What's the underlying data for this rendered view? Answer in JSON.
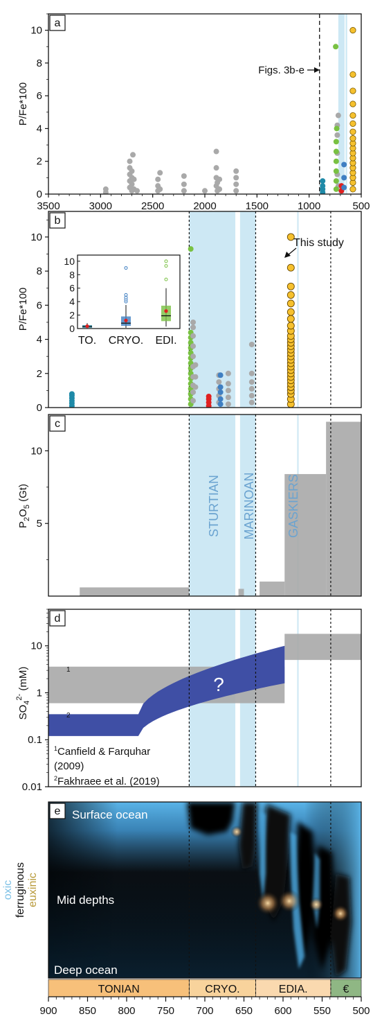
{
  "panels": [
    {
      "letter": "a"
    },
    {
      "letter": "b"
    },
    {
      "letter": "c"
    },
    {
      "letter": "d"
    },
    {
      "letter": "e"
    }
  ],
  "colors": {
    "grey": "#a9a9a9",
    "green": "#79c142",
    "teal": "#1f8aa8",
    "blue": "#3f7fc2",
    "red": "#e02020",
    "orange": "#f6c12e",
    "glacial": "#cde8f4",
    "sulfate_band": "#3f4fa5",
    "tonian": "#f7c07a",
    "cryo": "#f8d39c",
    "edia": "#fad9af",
    "cambrian": "#8fb784"
  },
  "chart_data": [
    {
      "panel": "a",
      "type": "scatter",
      "ylabel": "P/Fe*100",
      "xlim": [
        3500,
        500
      ],
      "ylim": [
        0,
        11
      ],
      "xticks": [
        3500,
        3000,
        2500,
        2000,
        1500,
        1000,
        500
      ],
      "yticks": [
        0,
        2,
        4,
        6,
        8,
        10
      ],
      "annotation": "Figs. 3b-e",
      "dashed_line_x": 900,
      "glacial_bands": [
        [
          720,
          660
        ],
        [
          650,
          635
        ]
      ],
      "series": [
        {
          "color": "grey",
          "points": [
            [
              2950,
              0.1
            ],
            [
              2950,
              0.3
            ],
            [
              2720,
              0.4
            ],
            [
              2720,
              0.8
            ],
            [
              2720,
              1.2
            ],
            [
              2720,
              1.6
            ],
            [
              2720,
              2.0
            ],
            [
              2700,
              0.2
            ],
            [
              2700,
              0.6
            ],
            [
              2700,
              1.0
            ],
            [
              2700,
              1.4
            ],
            [
              2690,
              2.4
            ],
            [
              2680,
              0.3
            ],
            [
              2680,
              0.9
            ],
            [
              2650,
              0.2
            ],
            [
              2450,
              0.2
            ],
            [
              2450,
              0.5
            ],
            [
              2450,
              0.9
            ],
            [
              2430,
              1.3
            ],
            [
              2430,
              0.3
            ],
            [
              2200,
              0.2
            ],
            [
              2200,
              0.6
            ],
            [
              2200,
              1.1
            ],
            [
              2000,
              0.2
            ],
            [
              1890,
              0.5
            ],
            [
              1890,
              1.0
            ],
            [
              1890,
              1.6
            ],
            [
              1890,
              2.6
            ],
            [
              1880,
              0.2
            ],
            [
              1880,
              0.7
            ],
            [
              1860,
              0.3
            ],
            [
              1860,
              0.9
            ],
            [
              1700,
              0.2
            ],
            [
              1700,
              0.6
            ],
            [
              1700,
              1.0
            ],
            [
              1700,
              1.4
            ],
            [
              730,
              1.2
            ],
            [
              730,
              2.5
            ],
            [
              730,
              3.6
            ],
            [
              730,
              4.2
            ],
            [
              720,
              4.8
            ],
            [
              720,
              0.5
            ]
          ]
        },
        {
          "color": "teal",
          "points": [
            [
              870,
              0.1
            ],
            [
              870,
              0.3
            ],
            [
              870,
              0.5
            ],
            [
              870,
              0.8
            ]
          ]
        },
        {
          "color": "green",
          "points": [
            [
              745,
              9.0
            ],
            [
              740,
              0.3
            ],
            [
              740,
              0.8
            ],
            [
              740,
              1.4
            ],
            [
              740,
              2.0
            ],
            [
              740,
              2.6
            ],
            [
              740,
              3.2
            ],
            [
              735,
              4.0
            ]
          ]
        },
        {
          "color": "red",
          "points": [
            [
              690,
              0.2
            ],
            [
              690,
              0.5
            ]
          ]
        },
        {
          "color": "blue",
          "points": [
            [
              665,
              0.4
            ],
            [
              665,
              1.0
            ],
            [
              665,
              1.8
            ]
          ]
        },
        {
          "color": "orange",
          "points": [
            [
              580,
              0.3
            ],
            [
              580,
              0.7
            ],
            [
              580,
              1.0
            ],
            [
              580,
              1.3
            ],
            [
              580,
              1.6
            ],
            [
              580,
              1.9
            ],
            [
              580,
              2.2
            ],
            [
              580,
              2.5
            ],
            [
              580,
              2.8
            ],
            [
              580,
              3.1
            ],
            [
              580,
              3.4
            ],
            [
              580,
              3.8
            ],
            [
              580,
              4.3
            ],
            [
              580,
              4.8
            ],
            [
              580,
              5.5
            ],
            [
              580,
              6.3
            ],
            [
              580,
              7.3
            ],
            [
              580,
              10.0
            ]
          ]
        }
      ]
    },
    {
      "panel": "b",
      "type": "scatter",
      "ylabel": "P/Fe*100",
      "xlim": [
        900,
        500
      ],
      "ylim": [
        0,
        11.5
      ],
      "yticks": [
        0,
        2,
        4,
        6,
        8,
        10
      ],
      "annotation": "This study",
      "inset": {
        "categories": [
          "TO.",
          "CRYO.",
          "EDI."
        ],
        "yticks": [
          0,
          2,
          4,
          6,
          8,
          10
        ],
        "ylim": [
          0,
          10.5
        ],
        "boxes": [
          {
            "color": "teal",
            "q1": 0.1,
            "median": 0.3,
            "q3": 0.5,
            "wmin": 0.1,
            "wmax": 0.8,
            "mean": 0.35,
            "outliers": []
          },
          {
            "color": "blue",
            "q1": 0.4,
            "median": 0.8,
            "q3": 1.8,
            "wmin": 0.1,
            "wmax": 3.5,
            "mean": 1.2,
            "outliers": [
              4.0,
              4.3,
              4.6,
              5.0,
              9.0
            ]
          },
          {
            "color": "green",
            "q1": 1.1,
            "median": 1.9,
            "q3": 3.4,
            "wmin": 0.3,
            "wmax": 6.0,
            "mean": 2.6,
            "outliers": [
              7.3,
              9.3,
              10.0
            ]
          }
        ]
      },
      "series": [
        {
          "color": "teal",
          "points": [
            [
              870,
              0.1
            ],
            [
              870,
              0.25
            ],
            [
              870,
              0.4
            ],
            [
              870,
              0.55
            ],
            [
              870,
              0.7
            ],
            [
              870,
              0.8
            ]
          ]
        },
        {
          "color": "green",
          "points": [
            [
              718,
              9.3
            ],
            [
              718,
              0.2
            ],
            [
              718,
              0.5
            ],
            [
              718,
              0.8
            ],
            [
              718,
              1.1
            ],
            [
              718,
              1.4
            ],
            [
              718,
              1.7
            ],
            [
              718,
              2.0
            ],
            [
              718,
              2.3
            ],
            [
              718,
              2.6
            ],
            [
              718,
              2.9
            ],
            [
              718,
              3.2
            ],
            [
              718,
              3.5
            ],
            [
              718,
              3.8
            ],
            [
              718,
              4.1
            ],
            [
              718,
              4.4
            ]
          ]
        },
        {
          "color": "grey",
          "points": [
            [
              715,
              0.4
            ],
            [
              715,
              0.9
            ],
            [
              715,
              1.3
            ],
            [
              715,
              1.8
            ],
            [
              715,
              2.4
            ],
            [
              715,
              3.0
            ],
            [
              715,
              3.6
            ],
            [
              715,
              4.2
            ],
            [
              715,
              4.7
            ],
            [
              715,
              5.0
            ],
            [
              712,
              2.5
            ],
            [
              712,
              1.8
            ],
            [
              712,
              1.2
            ],
            [
              682,
              0.3
            ],
            [
              682,
              0.7
            ],
            [
              682,
              1.1
            ],
            [
              682,
              1.5
            ],
            [
              682,
              1.9
            ],
            [
              670,
              0.2
            ],
            [
              670,
              0.6
            ],
            [
              670,
              1.0
            ],
            [
              670,
              1.4
            ],
            [
              670,
              2.0
            ],
            [
              640,
              0.3
            ],
            [
              640,
              0.7
            ],
            [
              640,
              1.1
            ],
            [
              640,
              1.5
            ],
            [
              640,
              2.0
            ],
            [
              640,
              3.7
            ]
          ]
        },
        {
          "color": "red",
          "points": [
            [
              695,
              0.1
            ],
            [
              695,
              0.3
            ],
            [
              695,
              0.5
            ],
            [
              695,
              0.65
            ]
          ]
        },
        {
          "color": "blue",
          "points": [
            [
              680,
              0.2
            ],
            [
              680,
              0.5
            ],
            [
              680,
              0.9
            ],
            [
              680,
              1.2
            ],
            [
              680,
              1.9
            ]
          ]
        },
        {
          "color": "orange",
          "points": [
            [
              590,
              0.2
            ],
            [
              590,
              0.5
            ],
            [
              590,
              0.8
            ],
            [
              590,
              1.0
            ],
            [
              590,
              1.2
            ],
            [
              590,
              1.4
            ],
            [
              590,
              1.6
            ],
            [
              590,
              1.8
            ],
            [
              590,
              2.0
            ],
            [
              590,
              2.2
            ],
            [
              590,
              2.4
            ],
            [
              590,
              2.6
            ],
            [
              590,
              2.8
            ],
            [
              590,
              3.0
            ],
            [
              590,
              3.2
            ],
            [
              590,
              3.4
            ],
            [
              590,
              3.6
            ],
            [
              590,
              3.8
            ],
            [
              590,
              4.0
            ],
            [
              590,
              4.2
            ],
            [
              590,
              4.5
            ],
            [
              590,
              4.8
            ],
            [
              590,
              5.2
            ],
            [
              590,
              5.6
            ],
            [
              590,
              6.1
            ],
            [
              590,
              6.6
            ],
            [
              590,
              7.1
            ],
            [
              590,
              8.2
            ],
            [
              590,
              10.0
            ]
          ]
        }
      ]
    },
    {
      "panel": "c",
      "type": "bar",
      "ylabel_main": "P",
      "ylabel_sub": "2",
      "ylabel_mid": "O",
      "ylabel_sub2": "5",
      "ylabel_end": " (Gt)",
      "xlim": [
        900,
        500
      ],
      "ylim": [
        0,
        12.5
      ],
      "yticks": [
        5,
        10
      ],
      "bars": [
        {
          "x0": 860,
          "x1": 720,
          "value": 0.6
        },
        {
          "x0": 657,
          "x1": 650,
          "value": 0.5
        },
        {
          "x0": 630,
          "x1": 598,
          "value": 1.0
        },
        {
          "x0": 598,
          "x1": 545,
          "value": 8.4
        },
        {
          "x0": 545,
          "x1": 500,
          "value": 12.0
        }
      ],
      "glacial_labels": [
        "STURTIAN",
        "MARINOAN",
        "GASKIERS"
      ]
    },
    {
      "panel": "d",
      "type": "area",
      "ylabel_main": "SO",
      "ylabel_sub": "4",
      "ylabel_sup": "2-",
      "ylabel_end": " (mM)",
      "xlim": [
        900,
        500
      ],
      "ylog": true,
      "ylim": [
        0.01,
        60
      ],
      "yticks": [
        "0.01",
        "0.1",
        "1",
        "10"
      ],
      "ref1": "1",
      "ref2": "2",
      "question": "?",
      "legend_1_mark": "1",
      "legend_1": "Canfield & Farquhar",
      "legend_1b": "(2009)",
      "legend_2_mark": "2",
      "legend_2": "Fakhraee et al. (2019)",
      "grey_bands": [
        {
          "x0": 900,
          "x1": 598,
          "low": 0.6,
          "high": 3.6
        },
        {
          "x0": 598,
          "x1": 500,
          "low": 5,
          "high": 18
        }
      ],
      "blue_band": {
        "x0": 900,
        "x_knee": 785,
        "x1": 598,
        "low_start": 0.12,
        "high_start": 0.35,
        "low_end": 1.6,
        "high_end": 10
      }
    },
    {
      "panel": "e",
      "type": "heatmap",
      "labels": {
        "surface": "Surface ocean",
        "mid": "Mid depths",
        "deep": "Deep ocean"
      },
      "ylabel_oxic": "oxic",
      "ylabel_ferruginous": "ferruginous",
      "ylabel_euxinic": "euxinic",
      "xlim": [
        900,
        500
      ],
      "xticks": [
        900,
        850,
        800,
        750,
        700,
        650,
        600,
        550,
        500
      ],
      "periods": [
        {
          "name": "TONIAN",
          "x0": 900,
          "x1": 720,
          "color": "tonian"
        },
        {
          "name": "CRYO.",
          "x0": 720,
          "x1": 635,
          "color": "cryo"
        },
        {
          "name": "EDIA.",
          "x0": 635,
          "x1": 539,
          "color": "edia"
        },
        {
          "name": "€",
          "x0": 539,
          "x1": 500,
          "color": "cambrian"
        }
      ]
    }
  ]
}
